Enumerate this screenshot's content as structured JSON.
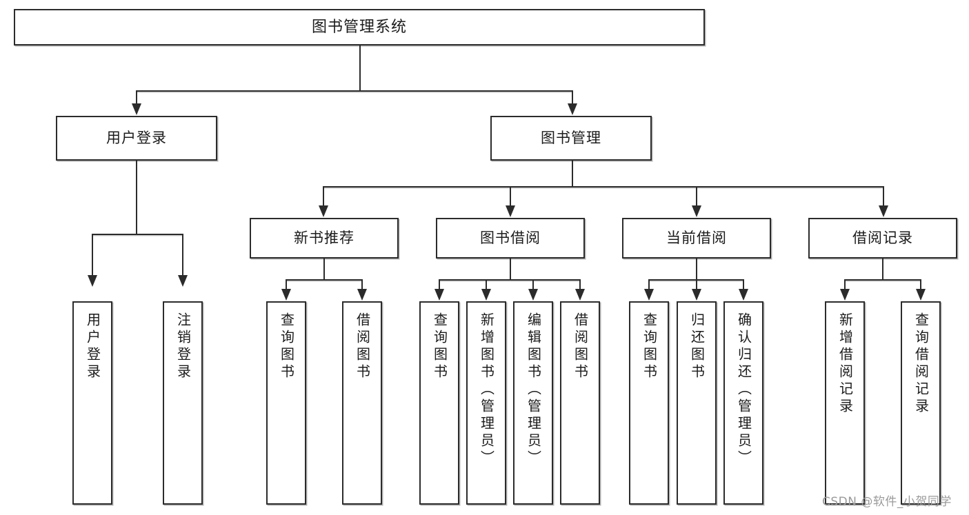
{
  "diagram": {
    "type": "tree",
    "title": "图书管理系统",
    "root": {
      "label": "图书管理系统"
    },
    "level2": [
      {
        "label": "用户登录"
      },
      {
        "label": "图书管理"
      }
    ],
    "level3": [
      {
        "label": "新书推荐"
      },
      {
        "label": "图书借阅"
      },
      {
        "label": "当前借阅"
      },
      {
        "label": "借阅记录"
      }
    ],
    "leaves": {
      "user_login": [
        {
          "label": "用户登录"
        },
        {
          "label": "注销登录"
        }
      ],
      "new_book_recommend": [
        {
          "label": "查询图书"
        },
        {
          "label": "借阅图书"
        }
      ],
      "book_borrow": [
        {
          "label": "查询图书"
        },
        {
          "label": "新增图书（管理员）"
        },
        {
          "label": "编辑图书（管理员）"
        },
        {
          "label": "借阅图书"
        }
      ],
      "current_borrow": [
        {
          "label": "查询图书"
        },
        {
          "label": "归还图书"
        },
        {
          "label": "确认归还（管理员）"
        }
      ],
      "borrow_record": [
        {
          "label": "新增借阅记录"
        },
        {
          "label": "查询借阅记录"
        }
      ]
    }
  },
  "watermark": {
    "text": "CSDN @软件_小贺同学"
  },
  "colors": {
    "border": "#2b2b2b",
    "background": "#ffffff",
    "text": "#1b1b1b",
    "watermark": "#9a9a9a"
  }
}
